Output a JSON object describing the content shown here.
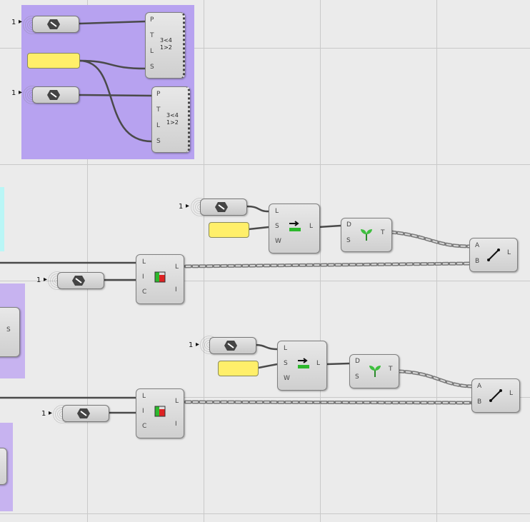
{
  "groups": [
    {
      "id": "g1",
      "color": "#b7a2f0"
    },
    {
      "id": "g2",
      "color": "#b9f6f6"
    },
    {
      "id": "g3",
      "color": "#c7b3f0"
    },
    {
      "id": "g4",
      "color": "#c7b3f0"
    }
  ],
  "slider_value": "1",
  "ports": {
    "series": [
      "P",
      "T",
      "L",
      "S"
    ],
    "list_item": [
      "L",
      "I",
      "C"
    ],
    "list_item_out": [
      "L",
      "I"
    ],
    "shift": [
      "L",
      "S",
      "W"
    ],
    "shift_out": "L",
    "graft": [
      "D",
      "S"
    ],
    "graft_out": "T",
    "line": [
      "A",
      "B"
    ],
    "line_out": "L",
    "partial_out": "S"
  },
  "series_icon_text": [
    "3<4",
    "1>2"
  ],
  "colors": {
    "wire": "#555555",
    "panel": "#ffef6a",
    "accent_green": "#2db82d",
    "accent_red": "#d22"
  }
}
